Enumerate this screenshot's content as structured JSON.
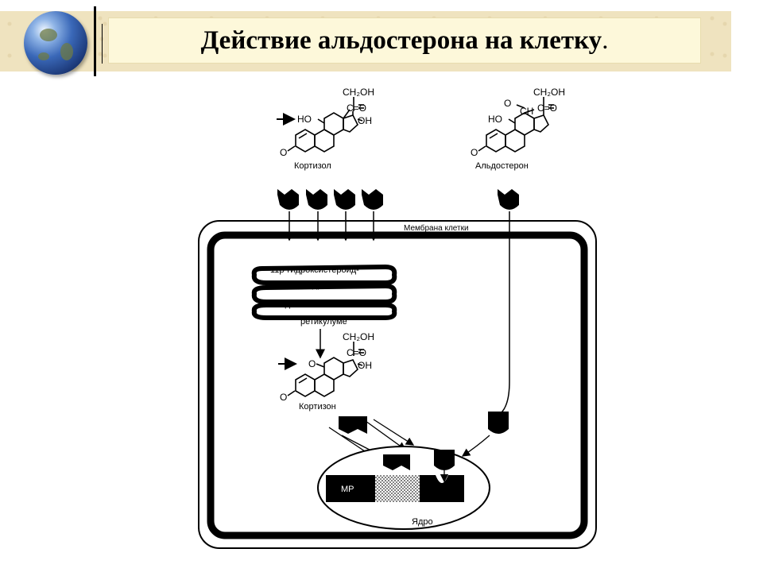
{
  "slide": {
    "title": "Действие альдостерона на клетку",
    "title_suffix": "."
  },
  "diagram": {
    "cortisol_label": "Кортизол",
    "aldosterone_label": "Альдостерон",
    "cortisone_label": "Кортизон",
    "membrane_label": "Мембрана клетки",
    "enzyme_line1": "11β-гидроксистероид-",
    "enzyme_line2": "дегидрогеназа",
    "enzyme_line3": "в эндоплазматическом",
    "enzyme_line4": "ретикулуме",
    "receptor_label": "МР",
    "nucleus_label": "Ядро",
    "chem": {
      "ch2oh": "CH₂OH",
      "co": "C=O",
      "ho": "HO",
      "oh": "OH",
      "o": "O",
      "ch": "CH",
      "cho_o": "O"
    }
  }
}
